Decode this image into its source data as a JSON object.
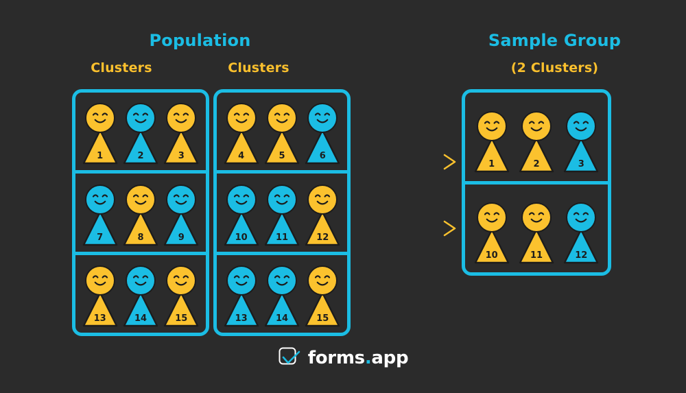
{
  "background_color": "#2b2b2b",
  "colors": {
    "cyan": "#1bbde4",
    "yellow": "#fbc22e",
    "outline": "#1c1c1c",
    "white": "#ffffff"
  },
  "population": {
    "title": "Population",
    "clusters_label_left": "Clusters",
    "clusters_label_right": "Clusters",
    "left_column": {
      "rows": [
        {
          "people": [
            {
              "number": "1",
              "color": "yellow"
            },
            {
              "number": "2",
              "color": "cyan"
            },
            {
              "number": "3",
              "color": "yellow"
            }
          ]
        },
        {
          "people": [
            {
              "number": "7",
              "color": "cyan"
            },
            {
              "number": "8",
              "color": "yellow"
            },
            {
              "number": "9",
              "color": "cyan"
            }
          ]
        },
        {
          "people": [
            {
              "number": "13",
              "color": "yellow"
            },
            {
              "number": "14",
              "color": "cyan"
            },
            {
              "number": "15",
              "color": "yellow"
            }
          ]
        }
      ]
    },
    "right_column": {
      "rows": [
        {
          "people": [
            {
              "number": "4",
              "color": "yellow"
            },
            {
              "number": "5",
              "color": "yellow"
            },
            {
              "number": "6",
              "color": "cyan"
            }
          ]
        },
        {
          "people": [
            {
              "number": "10",
              "color": "cyan"
            },
            {
              "number": "11",
              "color": "cyan"
            },
            {
              "number": "12",
              "color": "yellow"
            }
          ]
        },
        {
          "people": [
            {
              "number": "13",
              "color": "cyan"
            },
            {
              "number": "14",
              "color": "cyan"
            },
            {
              "number": "15",
              "color": "yellow"
            }
          ]
        }
      ]
    }
  },
  "sample_group": {
    "title": "Sample Group",
    "subtitle": "(2 Clusters)",
    "rows": [
      {
        "people": [
          {
            "number": "1",
            "color": "yellow"
          },
          {
            "number": "2",
            "color": "yellow"
          },
          {
            "number": "3",
            "color": "cyan"
          }
        ]
      },
      {
        "people": [
          {
            "number": "10",
            "color": "yellow"
          },
          {
            "number": "11",
            "color": "yellow"
          },
          {
            "number": "12",
            "color": "cyan"
          }
        ]
      }
    ]
  },
  "arrows": [
    {
      "name": "arrow-cluster-1-to-sample",
      "color": "#fbc22e"
    },
    {
      "name": "arrow-cluster-2-to-sample",
      "color": "#fbc22e"
    }
  ],
  "logo": {
    "name_first": "forms",
    "dot": ".",
    "name_second": "app"
  }
}
